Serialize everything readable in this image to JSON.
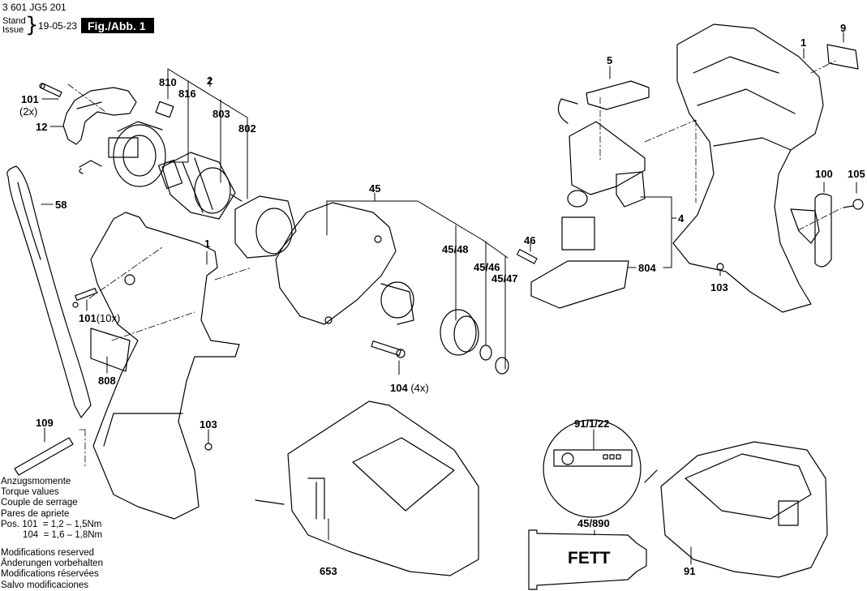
{
  "header": {
    "part_number": "3 601 JG5 201",
    "stand_label": "Stand",
    "issue_label": "Issue",
    "date": "19-05-23",
    "figure": "Fig./Abb. 1"
  },
  "callouts": {
    "c1_top": "1",
    "c9": "9",
    "c5": "5",
    "c2": "2",
    "c810": "810",
    "c816": "816",
    "c803": "803",
    "c802": "802",
    "c101_top": "101",
    "c101_top_qty": "(2x)",
    "c12": "12",
    "c58": "58",
    "c45": "45",
    "c45_48": "45/48",
    "c45_46": "45/46",
    "c45_47": "45/47",
    "c46": "46",
    "c4": "4",
    "c804": "804",
    "c100": "100",
    "c105": "105",
    "c103_right": "103",
    "c1_left": "1",
    "c101_left": "101",
    "c101_left_qty": "(10x)",
    "c808": "808",
    "c104": "104",
    "c104_qty": "(4x)",
    "c109": "109",
    "c103_left": "103",
    "c653": "653",
    "c91_1_22": "91/1/22",
    "c45_890": "45/890",
    "c91": "91"
  },
  "grease_tube_text": "FETT",
  "torque_notes": {
    "lines": [
      "Anzugsmomente",
      "Torque values",
      "Couple de serrage",
      "Pares de apriete"
    ],
    "values": [
      {
        "pos_prefix": "Pos.",
        "pos": "101",
        "value": "= 1,2 – 1,5Nm"
      },
      {
        "pos_prefix": "",
        "pos": "104",
        "value": "= 1,6 – 1,8Nm"
      }
    ]
  },
  "disclaimer": [
    "Modifications reserved",
    "Änderungen vorbehalten",
    "Modifications réservées",
    "Salvo modificaciones"
  ]
}
